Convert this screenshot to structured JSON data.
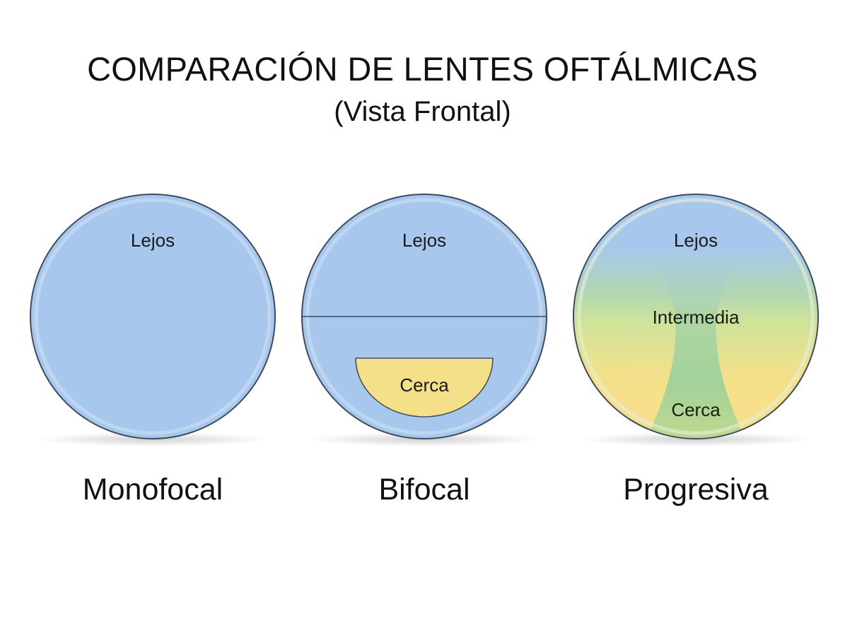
{
  "title": "COMPARACIÓN DE LENTES OFTÁLMICAS",
  "subtitle": "(Vista Frontal)",
  "lenses": [
    {
      "name": "Monofocal",
      "zones": [
        "Lejos"
      ]
    },
    {
      "name": "Bifocal",
      "zones": [
        "Lejos",
        "Cerca"
      ]
    },
    {
      "name": "Progresiva",
      "zones": [
        "Lejos",
        "Intermedia",
        "Cerca"
      ]
    }
  ],
  "colors": {
    "lens_blue": "#a7c8ec",
    "lens_rim": "#3f4a5c",
    "near_yellow": "#f5e08a",
    "intermediate_green": "#a8d59a"
  }
}
